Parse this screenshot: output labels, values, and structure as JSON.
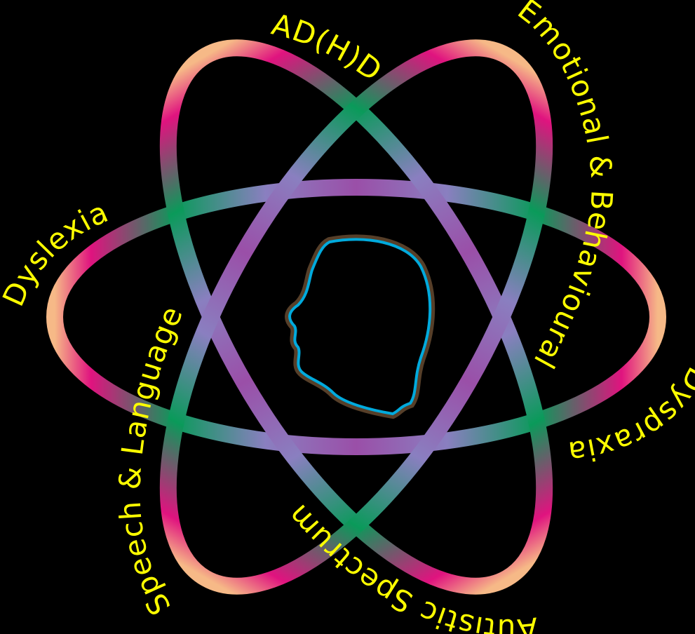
{
  "diagram": {
    "background": "#000000",
    "label_color": "#ffff00",
    "head_outline_color": "#00aadd",
    "orbit_colors": {
      "pink": "#e0137f",
      "green": "#0a9a5a",
      "lavender": "#8a7fc0",
      "peach": "#f6b987"
    },
    "labels": {
      "adhd": "AD(H)D",
      "emotional": "Emotional & Behavioural",
      "dyslexia": "Dyslexia",
      "speech": "Speech & Language",
      "dyspraxia": "Dyspraxia",
      "autistic": "Autistic Spectrum"
    }
  }
}
